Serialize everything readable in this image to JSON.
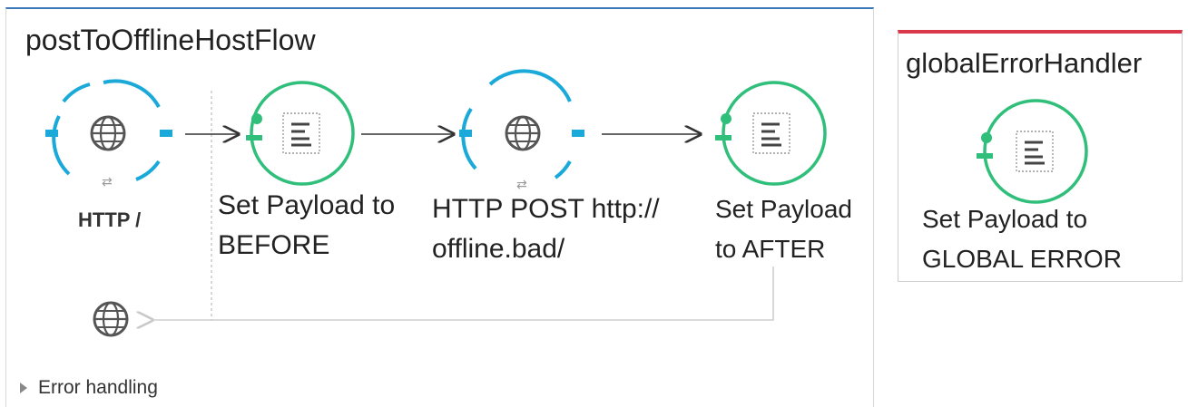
{
  "flow": {
    "title": "postToOfflineHostFlow",
    "components": [
      {
        "type": "http-listener",
        "label": "HTTP /",
        "icon": "globe-icon"
      },
      {
        "type": "set-payload",
        "label_line1": "Set Payload to",
        "label_line2": "BEFORE",
        "icon": "set-payload-icon"
      },
      {
        "type": "http-request",
        "label_line1": "HTTP POST http://",
        "label_line2": "offline.bad/",
        "icon": "globe-icon"
      },
      {
        "type": "set-payload",
        "label_line1": "Set Payload",
        "label_line2": "to AFTER",
        "icon": "set-payload-icon"
      }
    ],
    "error_handling_label": "Error handling"
  },
  "global_handler": {
    "title": "globalErrorHandler",
    "component": {
      "type": "set-payload",
      "label_line1": "Set Payload to",
      "label_line2": "GLOBAL ERROR",
      "icon": "set-payload-icon"
    }
  },
  "colors": {
    "http": "#1aa9d9",
    "transformer": "#2fbf7a",
    "panel_accent": "#3a78b8",
    "global_accent": "#d9384b",
    "arrow": "#333333",
    "return_line": "#cccccc"
  }
}
